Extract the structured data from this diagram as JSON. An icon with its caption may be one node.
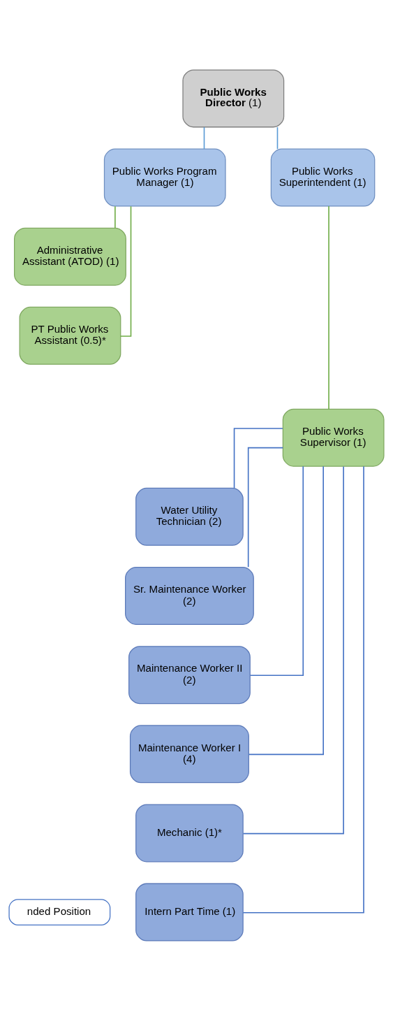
{
  "diagram": {
    "nodes": [
      {
        "text": [
          "**Public Works Director** (1)"
        ]
      },
      {
        "text": [
          "Public Works Program Manager (1)"
        ]
      },
      {
        "text": [
          "Public Works Superintendent (1)"
        ]
      },
      {
        "text": [
          "Administrative Assistant (ATOD) (1)"
        ]
      },
      {
        "text": [
          "PT Public Works Assistant (0.5)*"
        ]
      },
      {
        "text": [
          "Public Works Supervisor (1)"
        ]
      },
      {
        "text": [
          "Water Utility Technician (2)"
        ]
      },
      {
        "text": [
          "Sr. Maintenance Worker (2)"
        ]
      },
      {
        "text": [
          "Maintenance Worker II (2)"
        ]
      },
      {
        "text": [
          "Maintenance Worker I (4)"
        ]
      },
      {
        "text": [
          "Mechanic (1)*"
        ]
      },
      {
        "text": [
          "Intern Part Time (1)"
        ]
      },
      {
        "text": [
          "nded Position"
        ]
      }
    ],
    "edges": [
      {
        "from": 0,
        "to": 1,
        "arrow": "none",
        "color": "#5b9bd5"
      },
      {
        "from": 0,
        "to": 2,
        "arrow": "none",
        "color": "#5b9bd5"
      },
      {
        "from": 1,
        "to": 3,
        "arrow": "none",
        "color": "#70ad47"
      },
      {
        "from": 1,
        "to": 4,
        "arrow": "none",
        "color": "#70ad47"
      },
      {
        "from": 2,
        "to": 5,
        "arrow": "none",
        "color": "#70ad47"
      },
      {
        "from": 5,
        "to": 6,
        "arrow": "none"
      },
      {
        "from": 5,
        "to": 7,
        "arrow": "none"
      },
      {
        "from": 5,
        "to": 8,
        "arrow": "none"
      },
      {
        "from": 5,
        "to": 9,
        "arrow": "none"
      },
      {
        "from": 5,
        "to": 10,
        "arrow": "none"
      },
      {
        "from": 5,
        "to": 11,
        "arrow": "none"
      }
    ]
  }
}
